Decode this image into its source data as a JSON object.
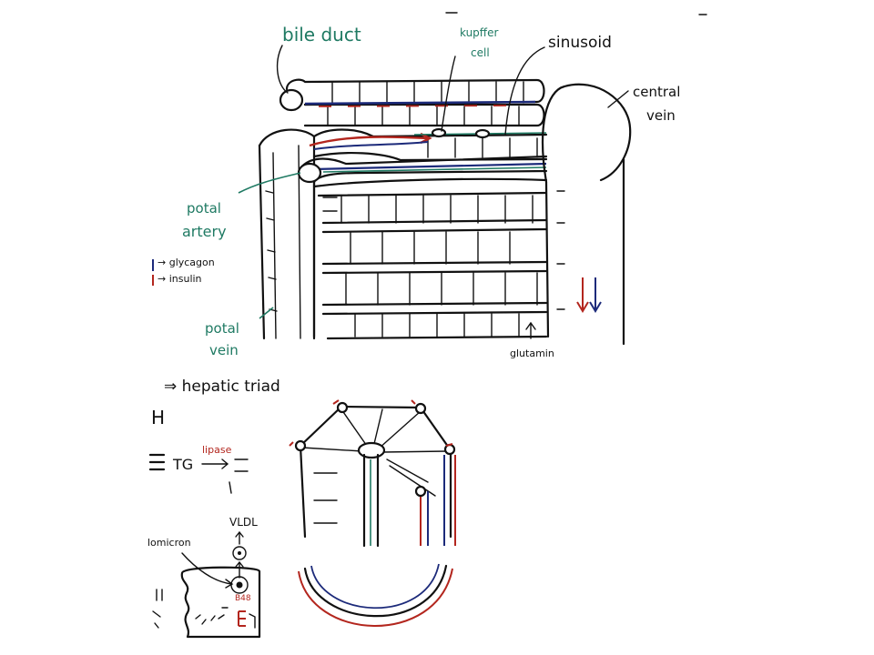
{
  "colors": {
    "ink": "#111111",
    "green": "#1f7a63",
    "red": "#b3261e",
    "blue": "#1c2a7a",
    "background": "#ffffff"
  },
  "labels": {
    "bile_duct": "bile duct",
    "kupffer_line1": "kupffer",
    "kupffer_line2": "cell",
    "sinusoid": "sinusoid",
    "central_line1": "central",
    "central_line2": "vein",
    "portal_artery_line1": "potal",
    "portal_artery_line2": "artery",
    "glycagon": "→ glycagon",
    "insulin": "→ insulin",
    "portal_vein_line1": "potal",
    "portal_vein_line2": "vein",
    "glutamin": "glutamin",
    "hepatic_triad": "⇒ hepatic triad",
    "partial_h": "H",
    "tg": "TG",
    "lipase": "lipase",
    "vldl": "VLDL",
    "chylomicron": "lomicron",
    "b48": "B48"
  }
}
